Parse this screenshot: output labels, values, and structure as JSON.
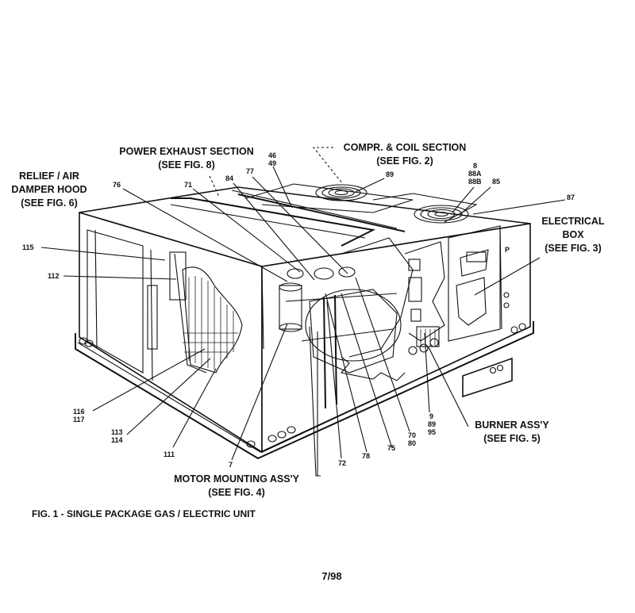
{
  "sections": {
    "power_exhaust": [
      "POWER EXHAUST SECTION",
      "(SEE FIG. 8)"
    ],
    "compr_coil": [
      "COMPR. & COIL SECTION",
      "(SEE FIG. 2)"
    ],
    "relief_hood": [
      "RELIEF / AIR",
      "DAMPER HOOD",
      "(SEE FIG. 6)"
    ],
    "electrical_box": [
      "ELECTRICAL",
      "BOX",
      "(SEE FIG. 3)"
    ],
    "burner": [
      "BURNER ASS'Y",
      "(SEE FIG. 5)"
    ],
    "motor_mounting": [
      "MOTOR MOUNTING ASS'Y",
      "(SEE FIG. 4)"
    ]
  },
  "callouts": {
    "c46": "46",
    "c49": "49",
    "c89": "89",
    "c8": "8",
    "c88a": "88A",
    "c88b": "88B",
    "c85": "85",
    "c87": "87",
    "c76": "76",
    "c71": "71",
    "c84": "84",
    "c77": "77",
    "c115": "115",
    "c112": "112",
    "c116": "116",
    "c117": "117",
    "c113": "113",
    "c114": "114",
    "c111": "111",
    "c7": "7",
    "c72": "72",
    "c78": "78",
    "c75": "75",
    "c70": "70",
    "c80": "80",
    "c9": "9",
    "c89b": "89",
    "c95": "95"
  },
  "caption": "FIG. 1 - SINGLE PACKAGE GAS / ELECTRIC UNIT",
  "page_number": "7/98",
  "panel_mark": "P"
}
